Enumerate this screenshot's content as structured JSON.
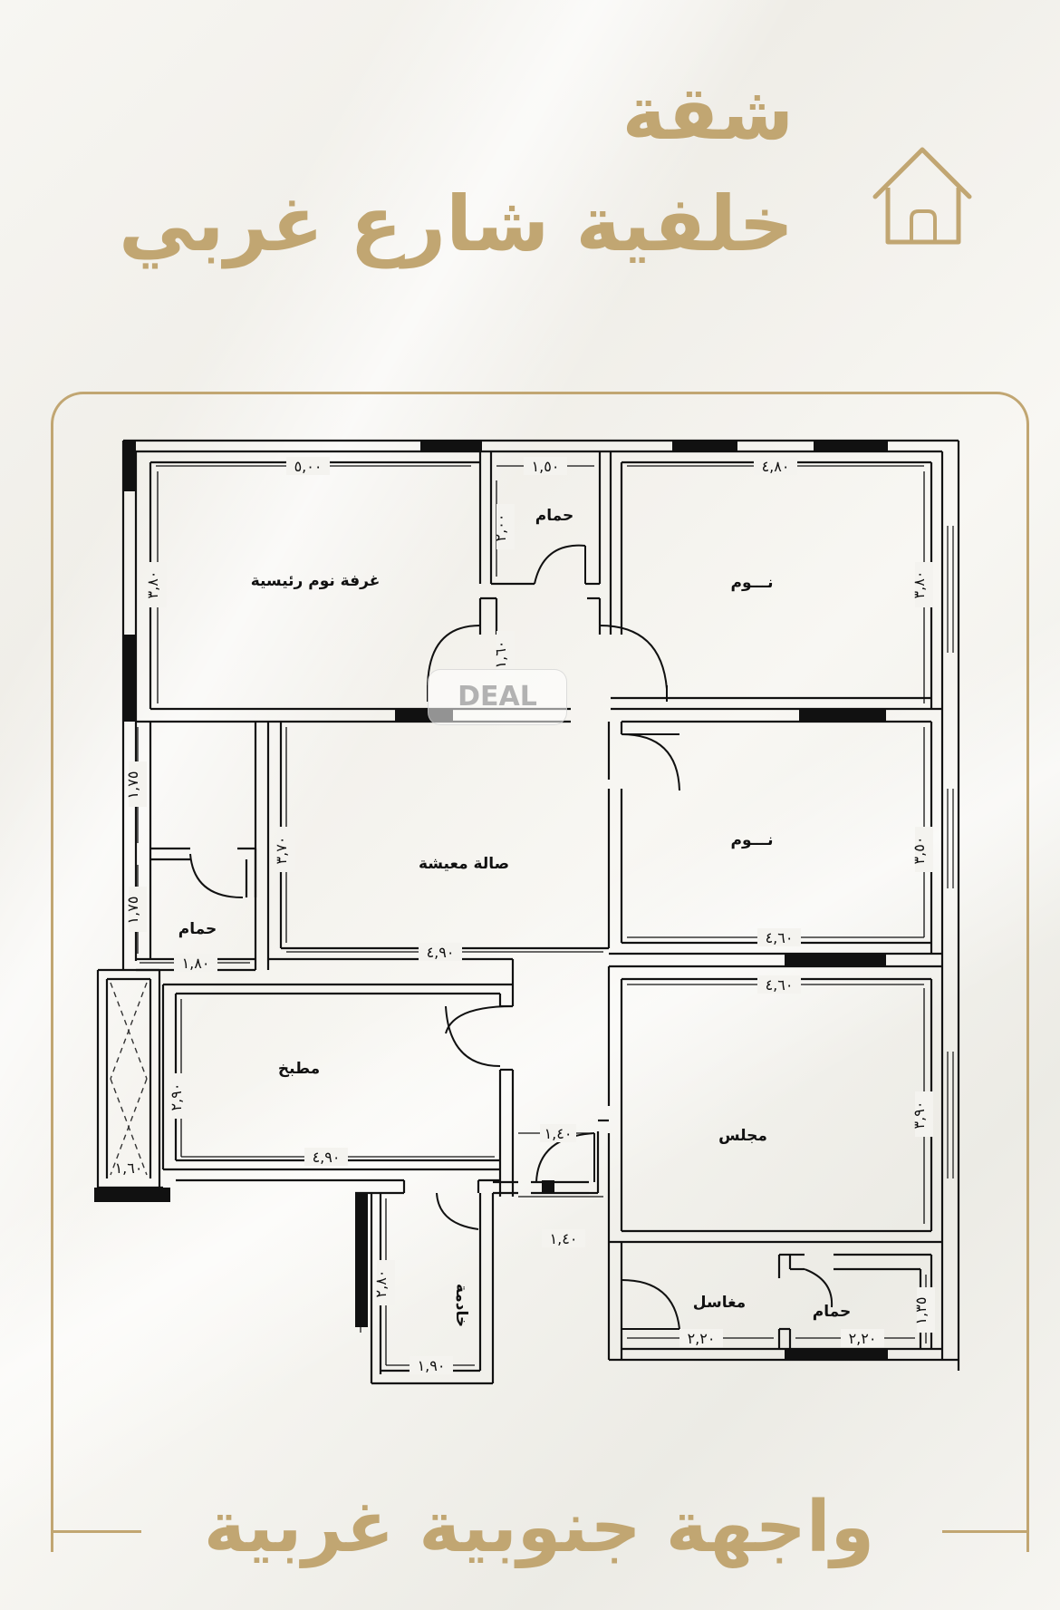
{
  "header": {
    "title_line1": "شقة",
    "title_line2": "خلفية شارع غربي"
  },
  "footer": {
    "text": "واجهة جنوبية غربية"
  },
  "icons": {
    "house": "house-outline-icon"
  },
  "colors": {
    "accent": "#c1a672",
    "wall": "#111111",
    "background": "#f4f3ef"
  },
  "watermark": "DEAL",
  "rooms": {
    "master_bedroom": "غرفة نوم رئيسية",
    "bath_top": "حمام",
    "bedroom_1": "نـــوم",
    "bedroom_2": "نـــوم",
    "living": "صالة معيشة",
    "bath_left": "حمام",
    "kitchen": "مطبخ",
    "majlis": "مجلس",
    "maid": "خادمة",
    "washroom": "مغاسل",
    "bath_bottom": "حمام"
  },
  "dimensions": {
    "master_w": "٥,٠٠",
    "master_h": "٣,٨٠",
    "bath_top_w": "١,٥٠",
    "bath_top_h": "٢,٠٠",
    "corridor_h": "١,٦٠",
    "bed1_w": "٤,٨٠",
    "bed1_h": "٣,٨٠",
    "left_top_h": "١,٧٥",
    "left_bath_h": "١,٧٥",
    "left_bath_w": "١,٨٠",
    "living_h": "٣,٧٠",
    "living_w": "٤,٩٠",
    "bed2_w": "٤,٦٠",
    "bed2_h": "٣,٥٠",
    "majlis_w": "٤,٦٠",
    "majlis_h": "٣,٩٠",
    "kitchen_h": "٢,٩٠",
    "kitchen_w": "٤,٩٠",
    "store_w": "١,٦٠",
    "entry_w": "١,٤٠",
    "entry_w2": "١,٤٠",
    "maid_h": "٢,٨٠",
    "maid_w": "١,٩٠",
    "wash_w": "٢,٢٠",
    "bath_b_w": "٢,٢٠",
    "bath_b_h": "١,٣٥"
  }
}
